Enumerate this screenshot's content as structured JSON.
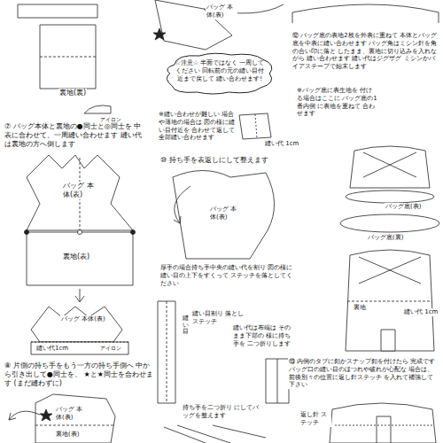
{
  "diagram": {
    "nodes": [
      {
        "text": [
          "☆注意☆ 半面ではなく 一周してください 回転前の元の縫い目付近まで戻して 縫い合わせます!"
        ]
      }
    ],
    "labels": [
      "裏地(裏)",
      "アイロン",
      "⑦ バッグ本体と裏地の●同士と◎同士を 中表に合わせて、一周縫い合わせます 縫い代は裏地の方へ倒します",
      "バッグ 本体(表)",
      "裏地(表)",
      "バッグ 本体(表)",
      "縫い代1cm",
      "アイロン",
      "⑧ 片側の持ち手をもう一方の持ち手側へ 中から引き出して●同士を、 ★と★同士を合わせます (まだ縫わずに)",
      "バッグ 本体(表)",
      "裏地(表)",
      "バッグ 本体(表)",
      "※縫い合わせが難しい 場合や薄地の場合は 図の様に縫い目付近を 合わせて返して 全部縫い合わせます",
      "縫い代 1cm",
      "⑩ 持ち手を表返しにして整えます",
      "バッグ 本体(表)",
      "厚手の場合持ち手中央の縫い代を割り 図の様に縫い目の上下をすくって ステッチを落としてください",
      "縫い目",
      "縫い目割り 落としステッチ",
      "縫い代は布端は そのまま下部の 様に持ち手を 二つ折りします",
      "持ち手を二つ折り にしてバッグを整えます",
      "⑫ バッグ底の表地2枚を外表に重ねて 本体とバッグ底を中表に縫い合わせます バッグ角はミシン針を角の合い印に落と したまま、裏地に切り込みを入れながら 縫い合わせます 縫い代はジグザグ ミシンかバイアステープで始末します",
      "※バッグ底に表生地を 付ける場合はここに バッグ底の1番内側 に表地を重ねて 合わせます",
      "バッグ底(表)",
      "バッグ底(裏)",
      "裏地",
      "縫い代 1cm",
      "⑬ 内側のタブに釦かスナップ釦を付けたら 完成です バッグ口の縫い目のほつれや破れが心配な 場合は、前後別々の位置に返し針ステッチ を入れて補強して下さい",
      "返し針 ステッチ"
    ]
  }
}
